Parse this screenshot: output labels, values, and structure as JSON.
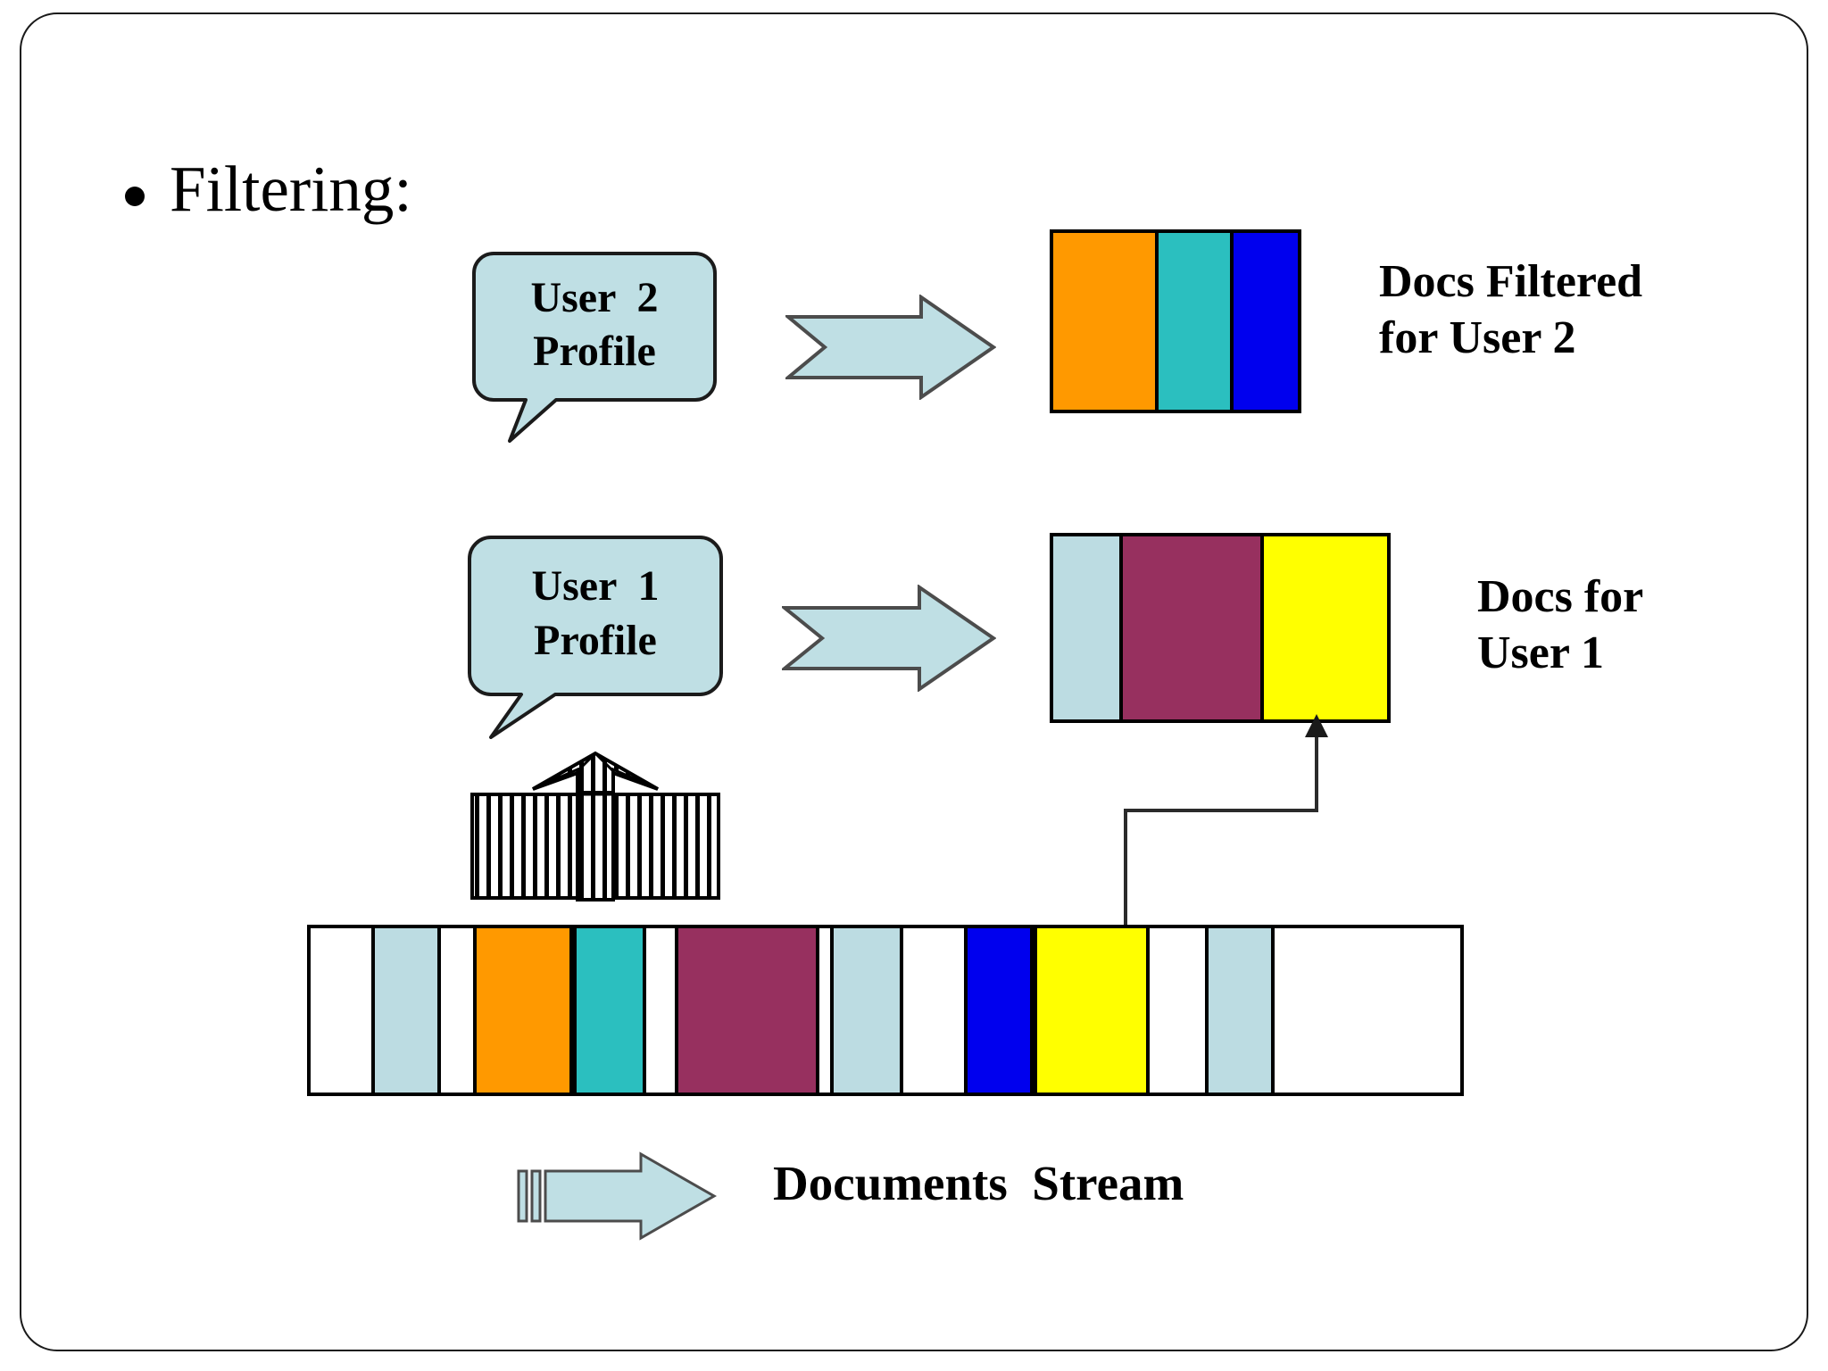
{
  "slide": {
    "title": "Filtering:",
    "bullet_glyph": "•",
    "border_color": "#1a1a1a",
    "background": "#ffffff"
  },
  "palette": {
    "callout_fill": "#bfdfe4",
    "arrow_fill": "#bfdfe4",
    "outline": "#000000",
    "orange": "#FF9900",
    "teal": "#2BBFBF",
    "blue": "#0000EE",
    "lightblue": "#BCDCE2",
    "maroon": "#97305F",
    "yellow": "#FFFF00",
    "white": "#FFFFFF"
  },
  "user2_row": {
    "callout_label_line1": "User  2",
    "callout_label_line2": "Profile",
    "arrow_name": "right-arrow",
    "docs": [
      {
        "color": "#FF9900",
        "name": "orange"
      },
      {
        "color": "#2BBFBF",
        "name": "teal"
      },
      {
        "color": "#0000EE",
        "name": "blue"
      }
    ],
    "label_line1": "Docs Filtered",
    "label_line2": "for User 2"
  },
  "user1_row": {
    "callout_label_line1": "User  1",
    "callout_label_line2": "Profile",
    "arrow_name": "right-arrow",
    "docs": [
      {
        "color": "#BCDCE2",
        "name": "lightblue"
      },
      {
        "color": "#97305F",
        "name": "maroon"
      },
      {
        "color": "#FFFF00",
        "name": "yellow"
      }
    ],
    "label_line1": "Docs for",
    "label_line2": "User 1"
  },
  "filter": {
    "name": "filter-sieve-up-arrow",
    "stripes": 23
  },
  "stream": {
    "caption": "Documents  Stream",
    "arrow_name": "documents-stream-arrow",
    "segments": [
      {
        "color": "#FFFFFF",
        "name": "white",
        "width": 68
      },
      {
        "color": "#BCDCE2",
        "name": "lightblue",
        "width": 78
      },
      {
        "color": "#FFFFFF",
        "name": "white",
        "width": 36
      },
      {
        "color": "#FF9900",
        "name": "orange",
        "width": 112
      },
      {
        "color": "#2BBFBF",
        "name": "teal",
        "width": 82
      },
      {
        "color": "#FFFFFF",
        "name": "white",
        "width": 32
      },
      {
        "color": "#97305F",
        "name": "maroon",
        "width": 162
      },
      {
        "color": "#FFFFFF",
        "name": "white",
        "width": 12
      },
      {
        "color": "#BCDCE2",
        "name": "lightblue",
        "width": 82
      },
      {
        "color": "#FFFFFF",
        "name": "white",
        "width": 68
      },
      {
        "color": "#0000EE",
        "name": "blue",
        "width": 78
      },
      {
        "color": "#FFFF00",
        "name": "yellow",
        "width": 130
      },
      {
        "color": "#FFFFFF",
        "name": "white",
        "width": 62
      },
      {
        "color": "#BCDCE2",
        "name": "lightblue",
        "width": 78
      },
      {
        "color": "#FFFFFF",
        "name": "white",
        "width": 108
      }
    ]
  },
  "connector": {
    "name": "stream-to-user1-docs-connector",
    "description": "elbow line from documents stream up to yellow doc of User 1 results"
  }
}
